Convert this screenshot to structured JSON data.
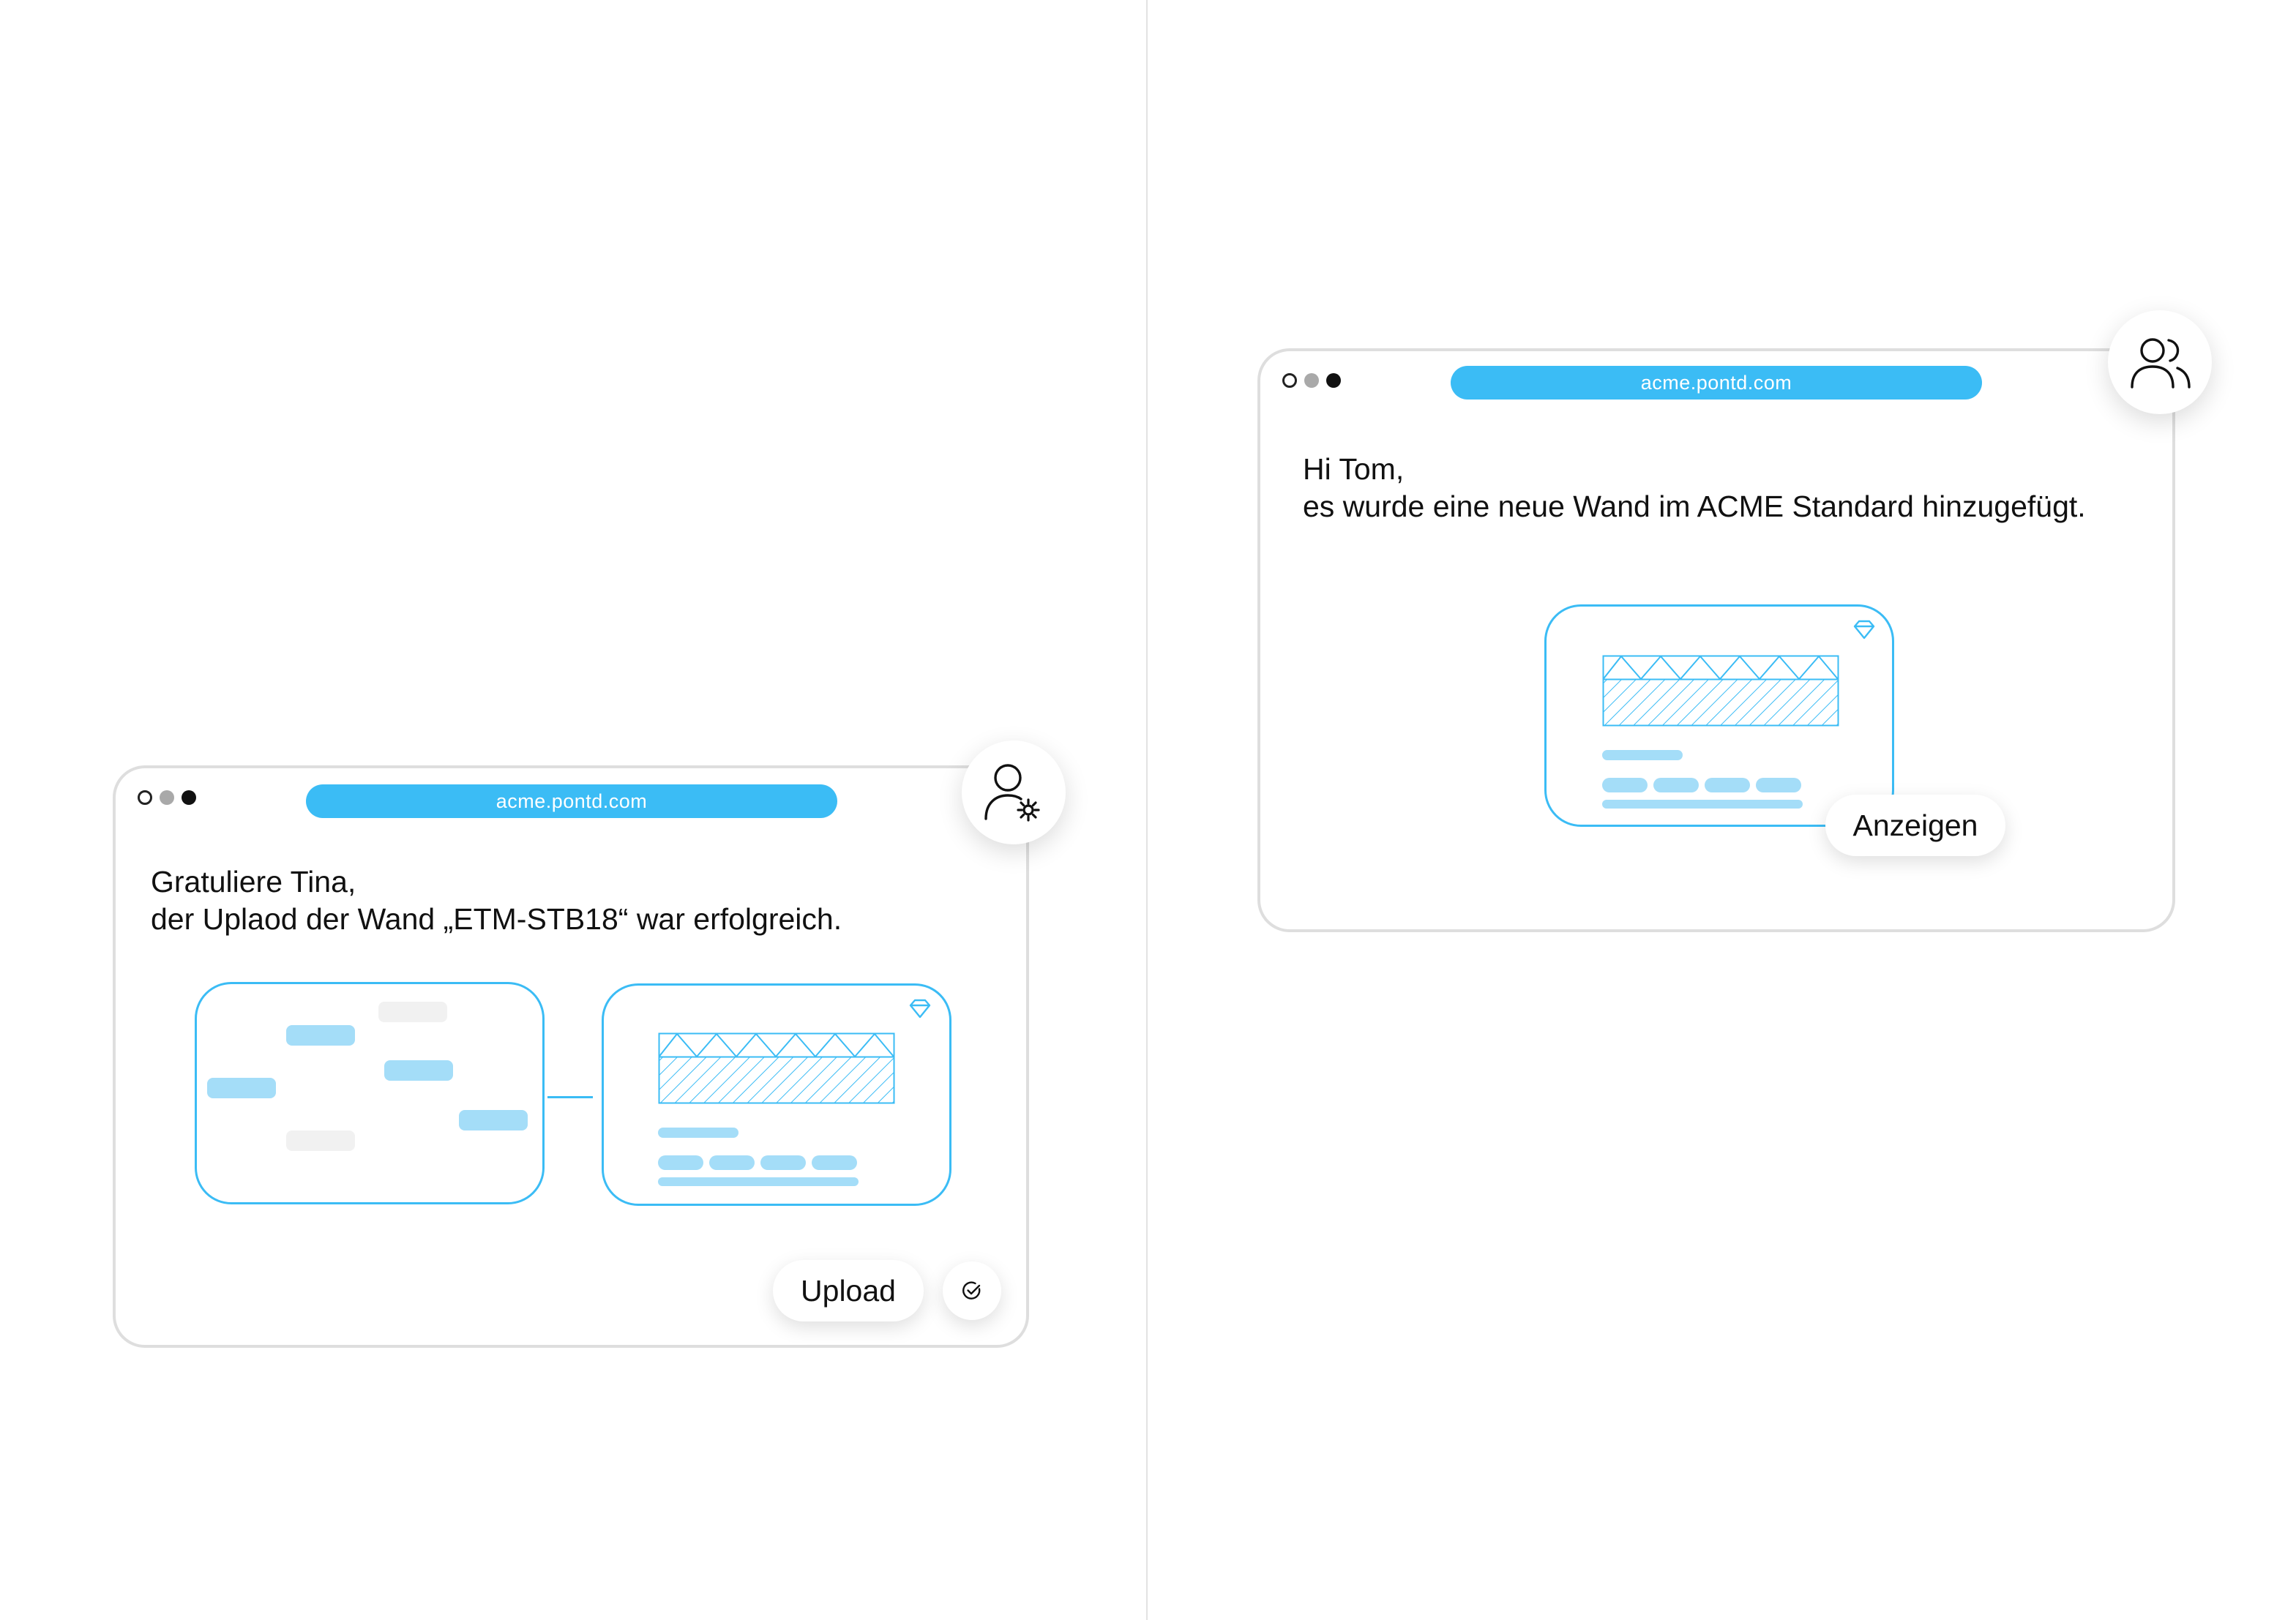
{
  "left_window": {
    "url": "acme.pontd.com",
    "greeting": "Gratuliere Tina,",
    "message": "der Uplaod der Wand „ETM-STB18“ war erfolgreich.",
    "upload_label": "Upload",
    "avatar_icon": "user-settings-icon",
    "confirm_icon": "check-circle-icon"
  },
  "right_window": {
    "url": "acme.pontd.com",
    "greeting": "Hi Tom,",
    "message": "es wurde eine neue Wand im ACME Standard hinzugefügt.",
    "view_label": "Anzeigen",
    "avatar_icon": "users-icon"
  },
  "colors": {
    "accent": "#3bbcf5",
    "accent_light": "#a4ddf8",
    "placeholder_grey": "#f1f1f1",
    "border_grey": "#dedede"
  }
}
